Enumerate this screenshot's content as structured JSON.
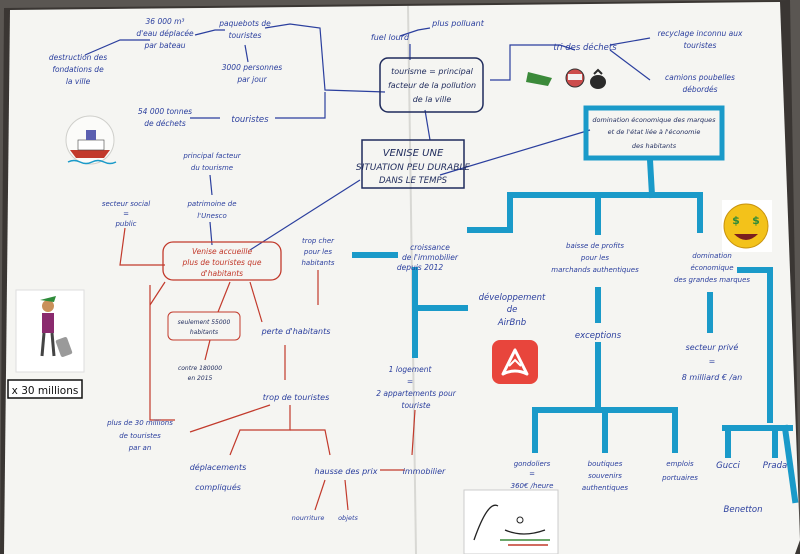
{
  "colors": {
    "paper": "#f6f6f4",
    "background": "#5a5652",
    "ink_blue": "#2b3f9e",
    "ink_red": "#c23a2c",
    "ink_dark": "#1f2b5c",
    "marker_cyan": "#1a9ac9",
    "airbnb_red": "#e8453c"
  },
  "map": {
    "center": {
      "line1": "VENISE UNE",
      "line2": "SITUATION PEU DURABLE",
      "line3": "DANS LE TEMPS"
    },
    "tourisme_box": {
      "line1": "tourisme = principal",
      "line2": "facteur de la pollution",
      "line3": "de la ville"
    },
    "top_left": {
      "destruction": [
        "destruction des",
        "fondations de",
        "la ville"
      ],
      "m3_deplaces": [
        "36 000 m³",
        "d'eau déplacée",
        "par bateau"
      ],
      "paquebots": [
        "paquebots de",
        "touristes"
      ],
      "personnes_jour": [
        "3000 personnes",
        "par jour"
      ],
      "tonnes_dechets": [
        "54 000 tonnes",
        "de déchets"
      ],
      "touristes": "touristes",
      "fuel": "fuel lourd",
      "plus_polluant": "plus polluant"
    },
    "top_right": {
      "tri": "tri des déchets",
      "recyclage": [
        "recyclage inconnu aux",
        "touristes"
      ],
      "camions": [
        "camions poubelles",
        "débordés"
      ]
    },
    "domination_box": [
      "domination économique des marques",
      "et de l'état liée à l'économie",
      "des habitants"
    ],
    "left_branch": {
      "principal_facteur": [
        "principal facteur",
        "du tourisme"
      ],
      "patrimoine": [
        "patrimoine de",
        "l'Unesco"
      ],
      "secteur_social": [
        "secteur social",
        "=",
        "public"
      ],
      "venise_accueille": [
        "Venise accueille",
        "plus de touristes que",
        "d'habitants"
      ],
      "seulement": [
        "seulement 55000",
        "habitants"
      ],
      "contre": [
        "contre 180000",
        "en 2015"
      ],
      "perte": "perte d'habitants",
      "trop_cher": [
        "trop cher",
        "pour les",
        "habitants"
      ],
      "trop_touristes": "trop de touristes",
      "plus_30": [
        "plus de 30 millions",
        "de touristes",
        "par an"
      ],
      "deplacements": [
        "déplacements",
        "compliqués"
      ],
      "hausse_prix": "hausse des prix",
      "immobilier": "immobilier",
      "nourriture": "nourriture",
      "objets": "objets"
    },
    "middle_branch": {
      "croissance": [
        "croissance",
        "de l'immobilier",
        "depuis 2012"
      ],
      "developpement": [
        "développement",
        "de",
        "AirBnb"
      ],
      "logement": [
        "1 logement",
        "=",
        "2 appartements pour",
        "touriste"
      ]
    },
    "right_branch": {
      "baisse": [
        "baisse de profits",
        "pour les",
        "marchands authentiques"
      ],
      "exceptions": "exceptions",
      "gondoliers": [
        "gondoliers",
        "=",
        "360€ /heure"
      ],
      "boutiques": [
        "boutiques",
        "souvenirs",
        "authentiques"
      ],
      "emplois": [
        "emplois",
        "portuaires"
      ],
      "domination_marques": [
        "domination",
        "économique",
        "des grandes marques"
      ],
      "secteur_prive": [
        "secteur privé",
        "=",
        "8 milliard € /an"
      ],
      "gucci": "Gucci",
      "prada": "Prada",
      "benetton": "Benetton"
    },
    "tourist_card": "x 30 millions"
  },
  "icons": {
    "cruise": "cruise-ship-drawing-icon",
    "trash": "trash-pile-icon",
    "emoji": "money-eyes-emoji-icon",
    "airbnb": "airbnb-logo-icon",
    "tourist": "tourist-with-suitcase-icon",
    "gondola": "gondola-drawing-icon"
  }
}
